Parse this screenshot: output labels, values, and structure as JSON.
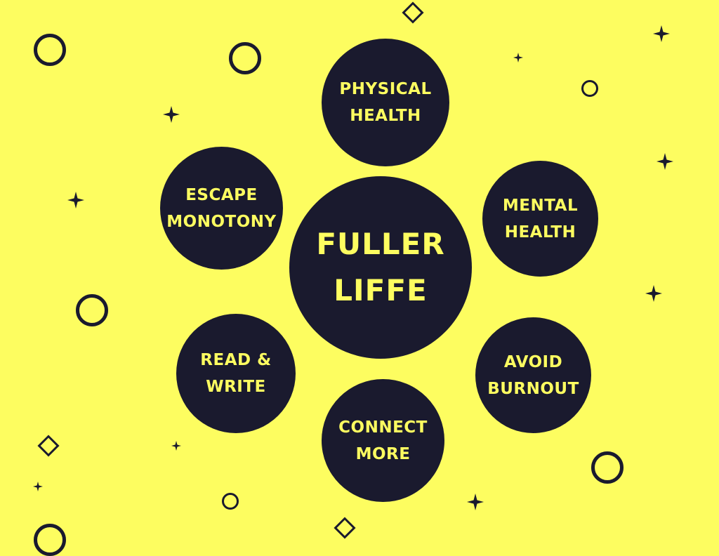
{
  "center": {
    "lines": [
      "FULLER",
      "LIFFE"
    ]
  },
  "nodes": [
    {
      "id": "physical-health",
      "lines": [
        "PHYSICAL",
        "HEALTH"
      ]
    },
    {
      "id": "mental-health",
      "lines": [
        "MENTAL",
        "HEALTH"
      ]
    },
    {
      "id": "avoid-burnout",
      "lines": [
        "AVOID",
        "BURNOUT"
      ]
    },
    {
      "id": "connect-more",
      "lines": [
        "CONNECT",
        "MORE"
      ]
    },
    {
      "id": "read-write",
      "lines": [
        "READ &",
        "WRITE"
      ]
    },
    {
      "id": "escape-monotony",
      "lines": [
        "ESCAPE",
        "MONOTONY"
      ]
    }
  ],
  "colors": {
    "background": "#fdfd60",
    "bubble": "#1a1a2e",
    "text": "#fdfd60"
  },
  "decorations": [
    "ring",
    "diamond",
    "sparkle-star"
  ]
}
